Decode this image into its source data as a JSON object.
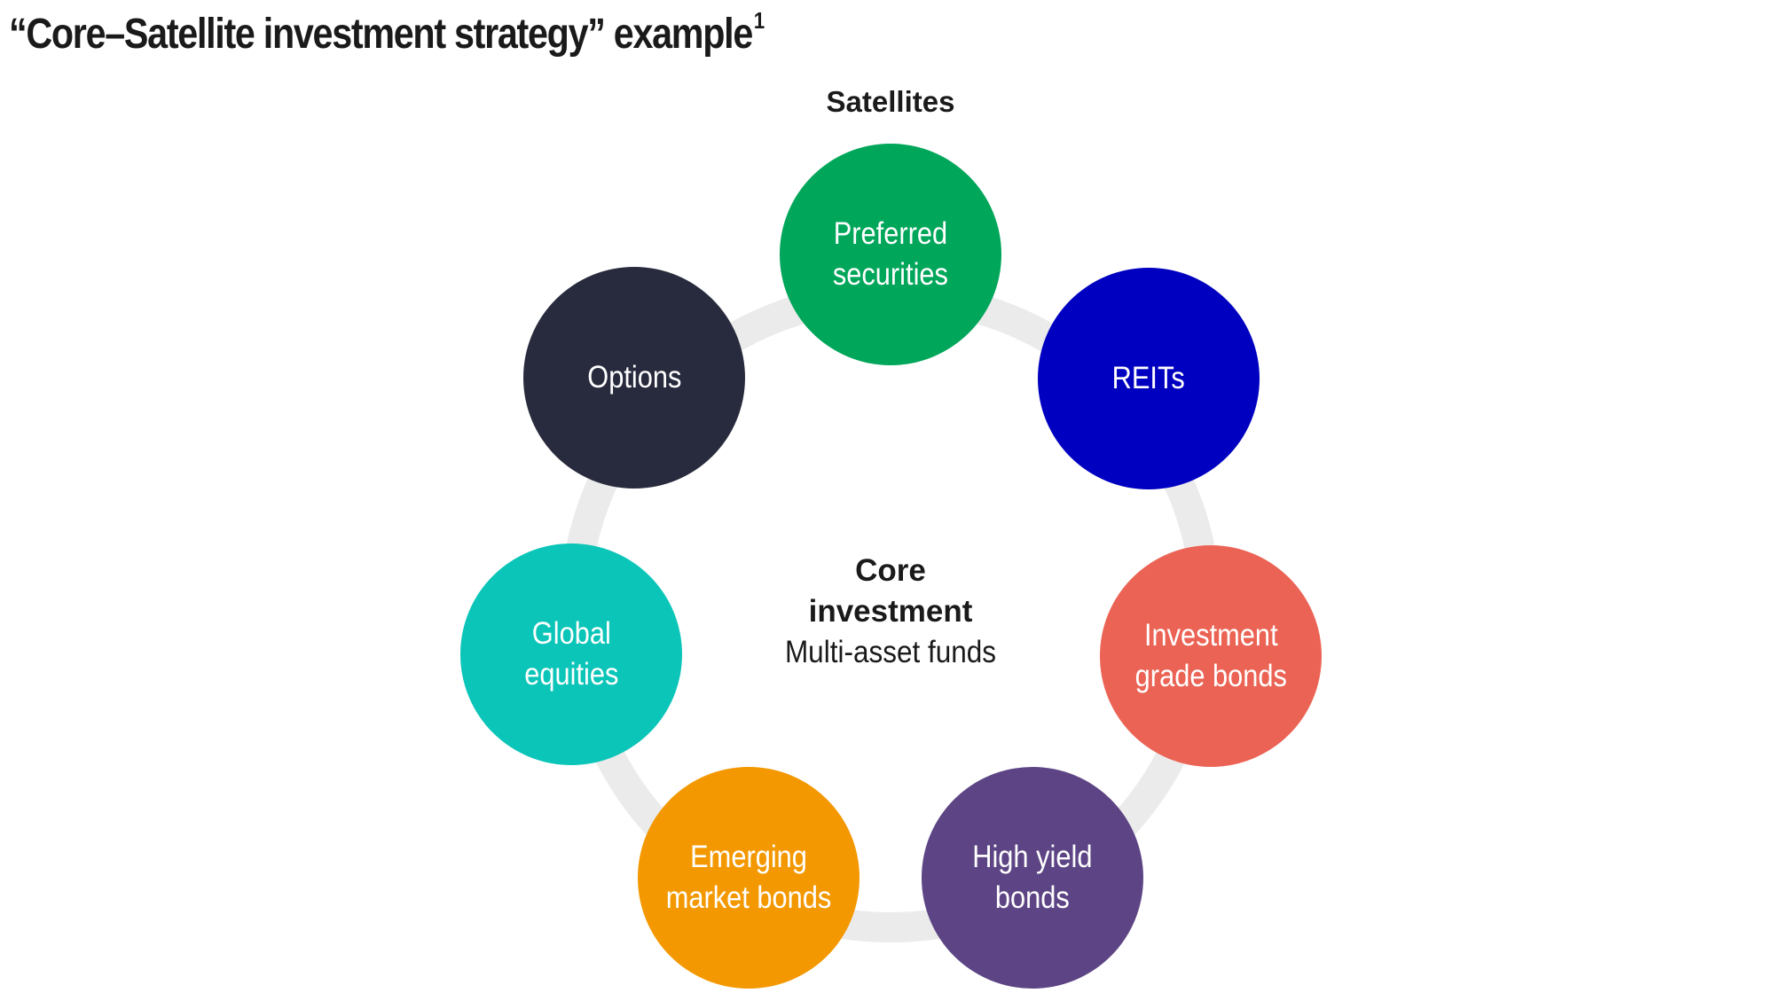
{
  "title": "“Core–Satellite investment strategy” example",
  "title_footnote": "1",
  "satellites_heading": "Satellites",
  "core": {
    "heading_line1": "Core",
    "heading_line2": "investment",
    "subtitle": "Multi-asset funds"
  },
  "ring_color": "#ebebeb",
  "satellites": [
    {
      "label": "Preferred\nsecurities",
      "color": "#00a65a"
    },
    {
      "label": "REITs",
      "color": "#0000c0"
    },
    {
      "label": "Investment\ngrade bonds",
      "color": "#eb6354"
    },
    {
      "label": "High yield\nbonds",
      "color": "#5d4585"
    },
    {
      "label": "Emerging\nmarket bonds",
      "color": "#f39800"
    },
    {
      "label": "Global\nequities",
      "color": "#0ac5b8"
    },
    {
      "label": "Options",
      "color": "#282b3d"
    }
  ]
}
